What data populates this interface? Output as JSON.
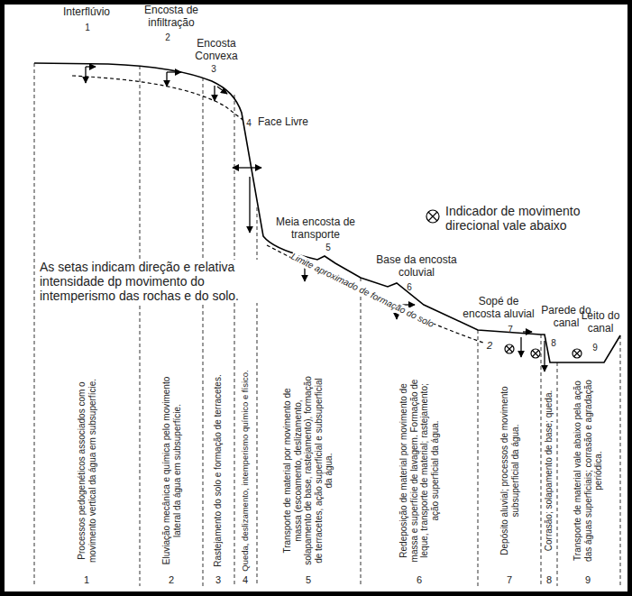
{
  "diagram": {
    "labels": [
      "Interflúvio",
      "1",
      "Encosta de infiltração",
      "2",
      "Encosta Convexa",
      "3",
      "4",
      "Face Livre",
      "Meia encosta de transporte",
      "5",
      "Base da encosta coluvial",
      "6",
      "Sopé de encosta aluvial",
      "7",
      "Parede do canal",
      "8",
      "Leito do canal",
      "9",
      "As setas indicam direção e relativa intensidade dp movimento do intemperismo das rochas e do solo.",
      "Limite aproximado de formação do solo",
      "2",
      "Processos pedogenéticos associados com o movimento vertical da água em subsuperfície.",
      "Eluviação mecânica e química pelo movimento lateral da água em subsuperfície.",
      "Rastejamento do solo e formação de terracetes.",
      "Queda, deslizamento, intemperismo químico e físico.",
      "Transporte de material por movimento de massa (escoamento, deslizamento, solapamento de base, rastejamento), formação de terracetes, ação superficial e subsuperficial da água.",
      "Redeposição de material por movimento de massa e superfície de lavagem. Formação de leque, transporte de material; rastejamento; ação superficial da água.",
      "Depósito aluvial; processos de movimento subsuperficial da água.",
      "Corrasão; solapamento de base; queda.",
      "Transporte de material vale abaixo pela ação das águas superficiais; corrasão e agradação periódica.",
      "1",
      "2",
      "3",
      "4",
      "5",
      "6",
      "7",
      "8",
      "9"
    ],
    "legend": [
      {
        "text": "Indicador de movimento direcional vale abaixo"
      }
    ]
  }
}
